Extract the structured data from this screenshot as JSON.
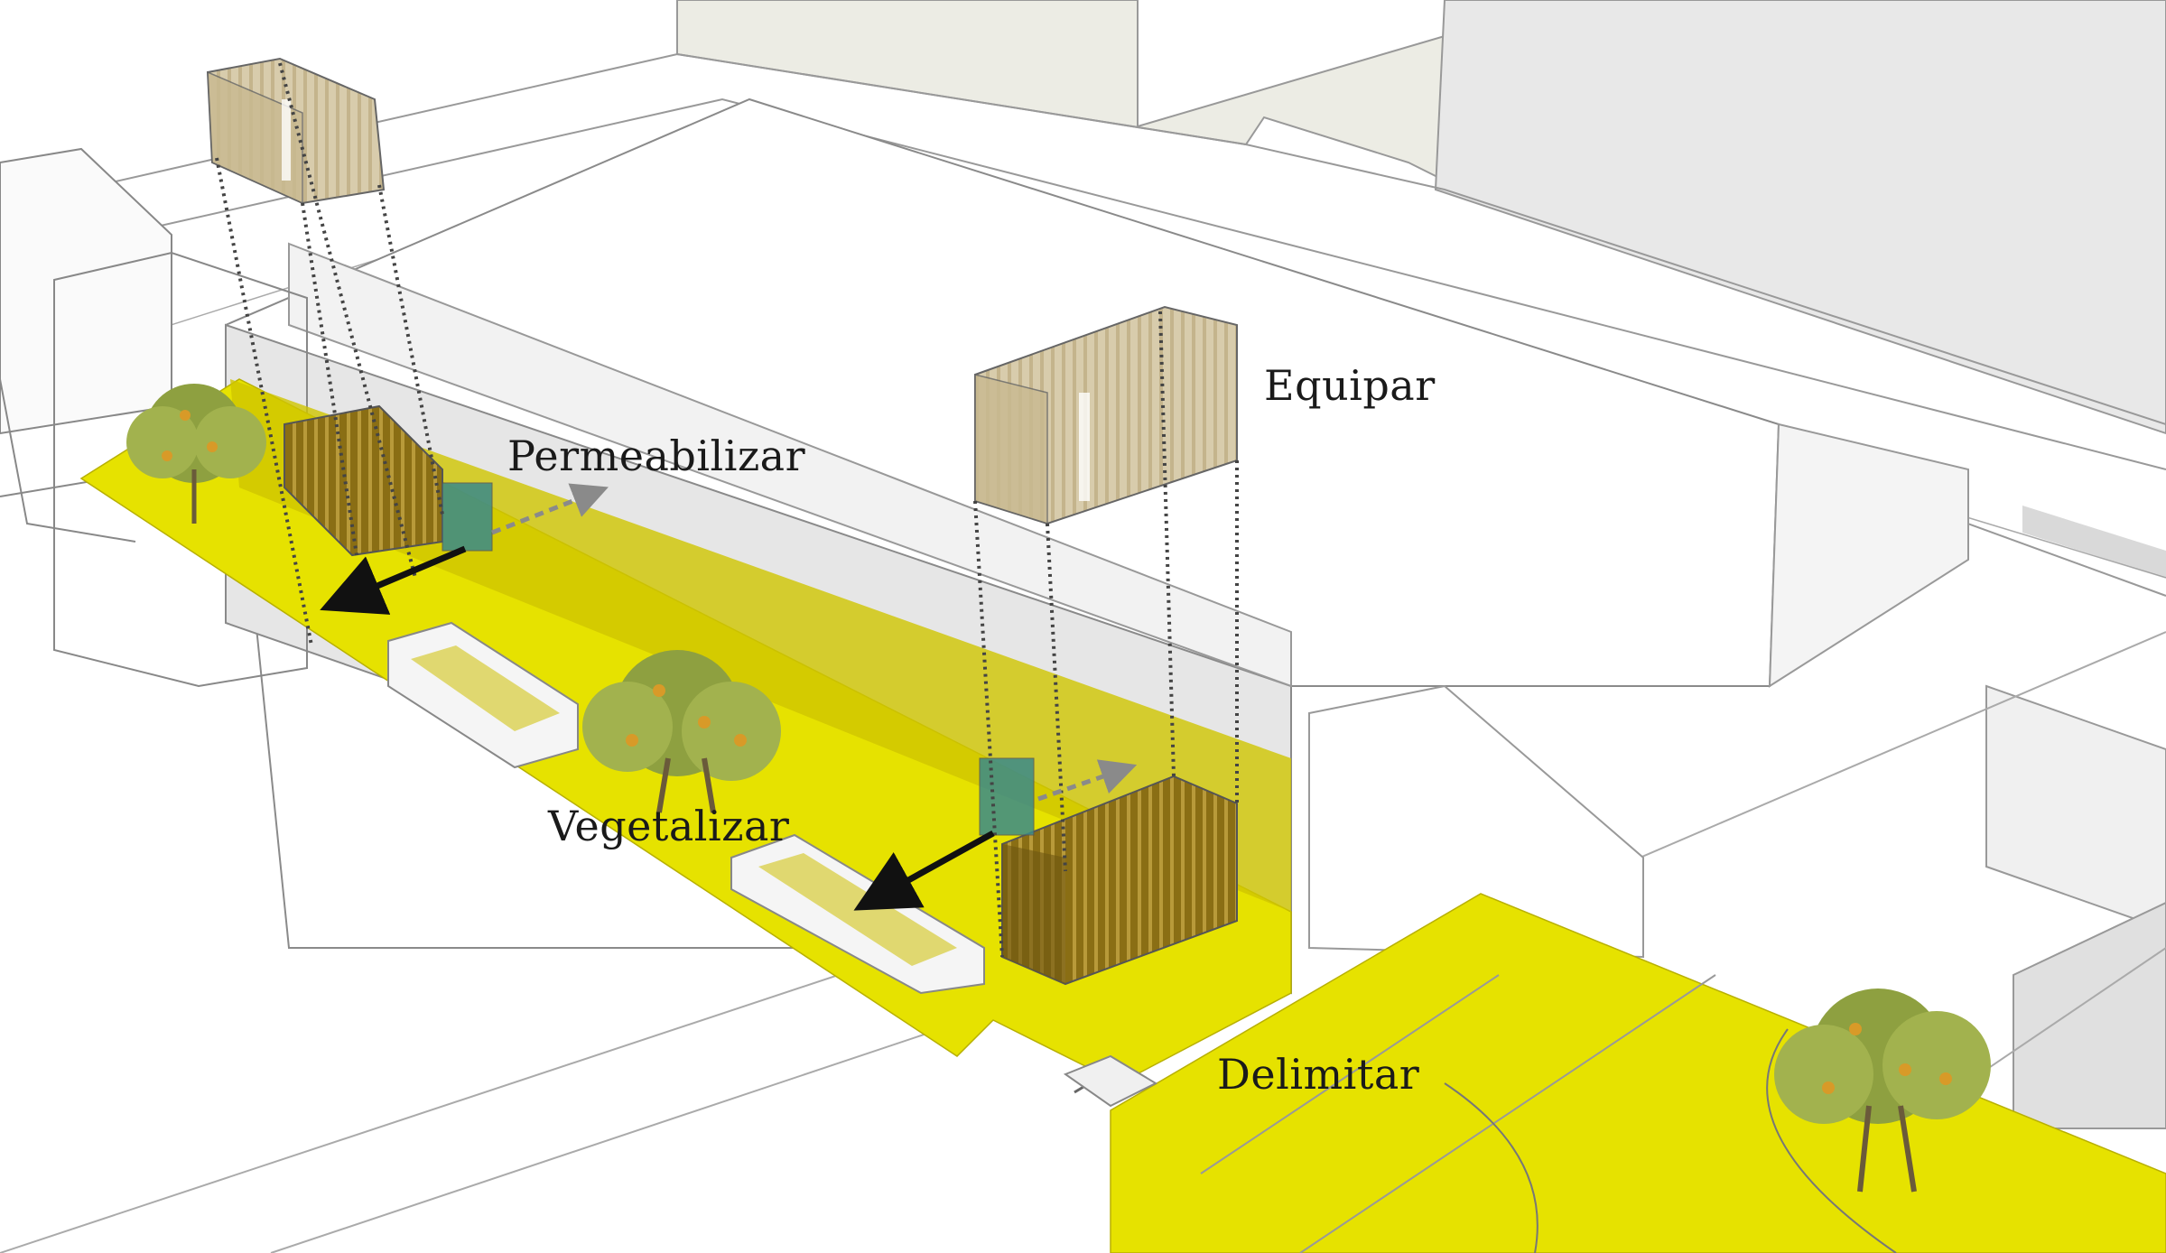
{
  "labels": {
    "permeabilizar": "Permeabilizar",
    "equipar": "Equipar",
    "vegetalizar": "Vegetalizar",
    "delimitar": "Delimitar"
  },
  "colors": {
    "yellow": "#e6e200",
    "yellow_dark": "#cfc600",
    "grey_street": "#ecece4",
    "grey_building": "#e4e4e4",
    "container_gold": "#8a6e14",
    "container_light": "#d8ccac",
    "tree_green": "#8ea040",
    "tree_fruit": "#d89a28",
    "arrow_black": "#111111",
    "arrow_grey": "#8a8a8a"
  },
  "icons": [
    "tree-icon",
    "container-module-icon",
    "bench-planter-icon",
    "arrow-icon"
  ]
}
